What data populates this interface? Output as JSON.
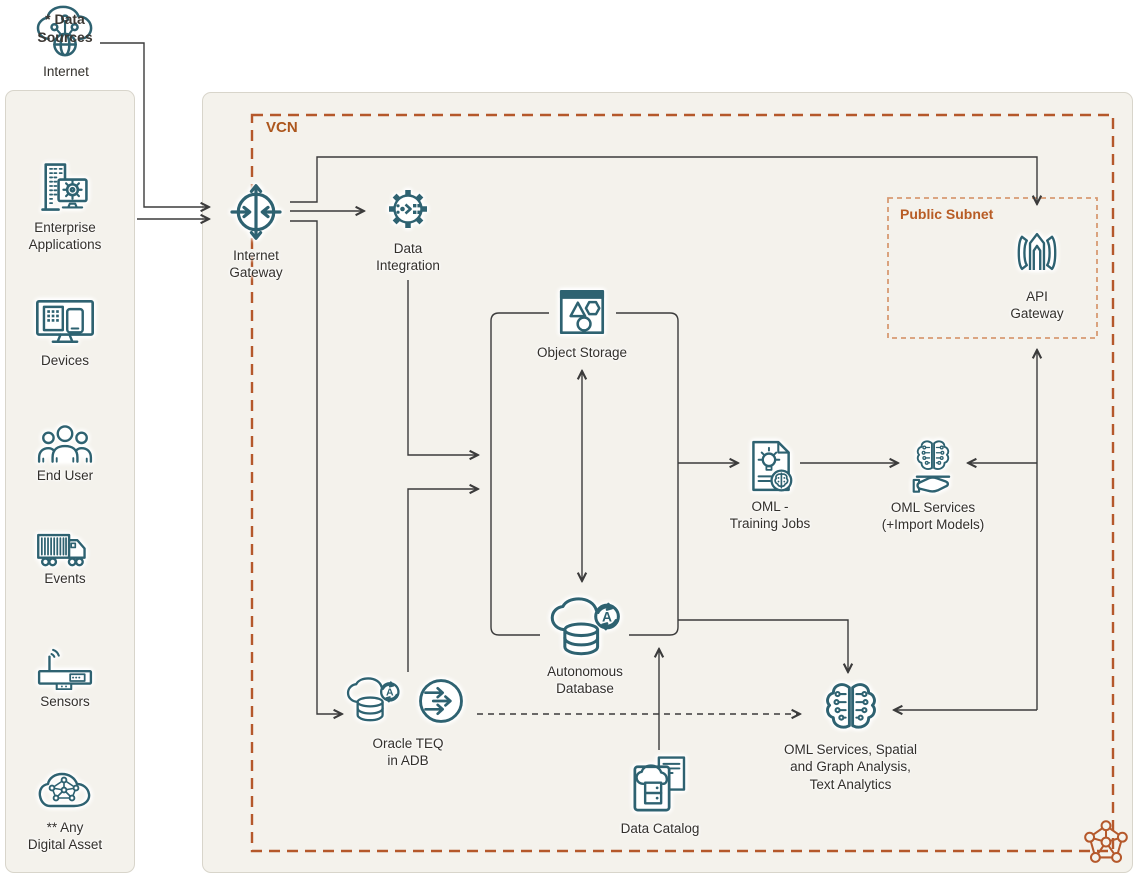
{
  "colors": {
    "icon_teal": "#2e6271",
    "connector": "#3b3b3b",
    "vcn_border": "#b5582b",
    "vcn_label": "#ac561d",
    "subnet_border": "#d79a72",
    "subnet_label": "#b85c25",
    "panel_bg": "#f4f2ec",
    "canvas": "#ffffff",
    "cluster_icon_orange": "#b5582b"
  },
  "internet": {
    "label": "Internet",
    "icon": "internet-cloud-icon"
  },
  "data_sources": {
    "title": "* Data\nSources",
    "items": [
      {
        "label": "Enterprise\nApplications",
        "icon": "enterprise-applications-icon"
      },
      {
        "label": "Devices",
        "icon": "devices-icon"
      },
      {
        "label": "End User",
        "icon": "end-user-icon"
      },
      {
        "label": "Events",
        "icon": "events-truck-icon"
      },
      {
        "label": "Sensors",
        "icon": "sensors-icon"
      },
      {
        "label": "** Any\nDigital Asset",
        "icon": "digital-asset-cloud-icon"
      }
    ]
  },
  "vcn": {
    "label": "VCN"
  },
  "public_subnet": {
    "label": "Public Subnet"
  },
  "nodes": {
    "internet_gateway": {
      "label": "Internet\nGateway",
      "icon": "internet-gateway-icon"
    },
    "data_integration": {
      "label": "Data\nIntegration",
      "icon": "data-integration-gear-icon"
    },
    "object_storage": {
      "label": "Object Storage",
      "icon": "object-storage-icon"
    },
    "oml_training_jobs": {
      "label": "OML -\nTraining Jobs",
      "icon": "oml-training-jobs-icon"
    },
    "oml_services_import": {
      "label": "OML Services\n(+Import Models)",
      "icon": "oml-services-hand-icon"
    },
    "autonomous_database": {
      "label": "Autonomous\nDatabase",
      "icon": "autonomous-database-icon"
    },
    "oracle_teq": {
      "label": "Oracle TEQ\nin ADB",
      "icon": "oracle-teq-icon"
    },
    "data_catalog": {
      "label": "Data Catalog",
      "icon": "data-catalog-icon"
    },
    "oml_spatial": {
      "label": "OML Services, Spatial\nand Graph Analysis,\nText Analytics",
      "icon": "oml-spatial-brain-icon"
    },
    "api_gateway": {
      "label": "API\nGateway",
      "icon": "api-gateway-icon"
    }
  }
}
